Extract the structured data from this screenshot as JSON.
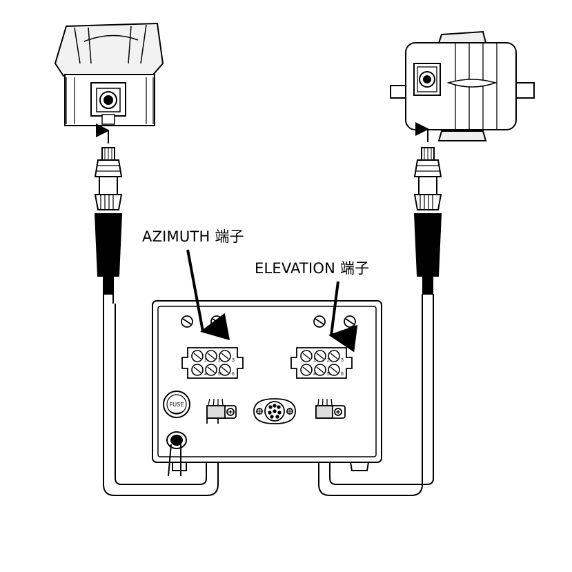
{
  "labels": {
    "azimuth": "AZIMUTH 端子",
    "elevation": "ELEVATION 端子"
  },
  "terminal_numbers": [
    "1",
    "2",
    "3",
    "4",
    "5",
    "6"
  ],
  "fuse_label": "FUSE",
  "colors": {
    "line": "#000000",
    "background": "#ffffff",
    "shading": "#cfcfcf"
  }
}
